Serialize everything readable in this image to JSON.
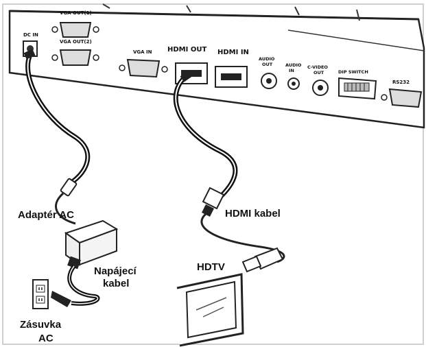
{
  "ports": {
    "dc_in": "DC IN",
    "vga_out_1": "VGA OUT(1)",
    "vga_out_2": "VGA OUT(2)",
    "vga_in": "VGA IN",
    "hdmi_out": "HDMI OUT",
    "hdmi_in": "HDMI IN",
    "audio_out": [
      "AUDIO",
      "OUT"
    ],
    "audio_in": [
      "AUDIO",
      "IN"
    ],
    "c_video_out": [
      "C-VIDEO",
      "OUT"
    ],
    "dip_switch": "DIP SWITCH",
    "rs232": "RS232"
  },
  "labels": {
    "adapter": "Adaptér AC",
    "power_cable": [
      "Napájecí",
      "kabel"
    ],
    "outlet": [
      "Zásuvka",
      "AC"
    ],
    "hdmi_cable": "HDMI kabel",
    "hdtv": "HDTV"
  },
  "colors": {
    "panel": "#ffffff",
    "outline": "#222222",
    "cable": "#111111",
    "cable_core": "#ffffff",
    "border": "#c9c9c9"
  }
}
